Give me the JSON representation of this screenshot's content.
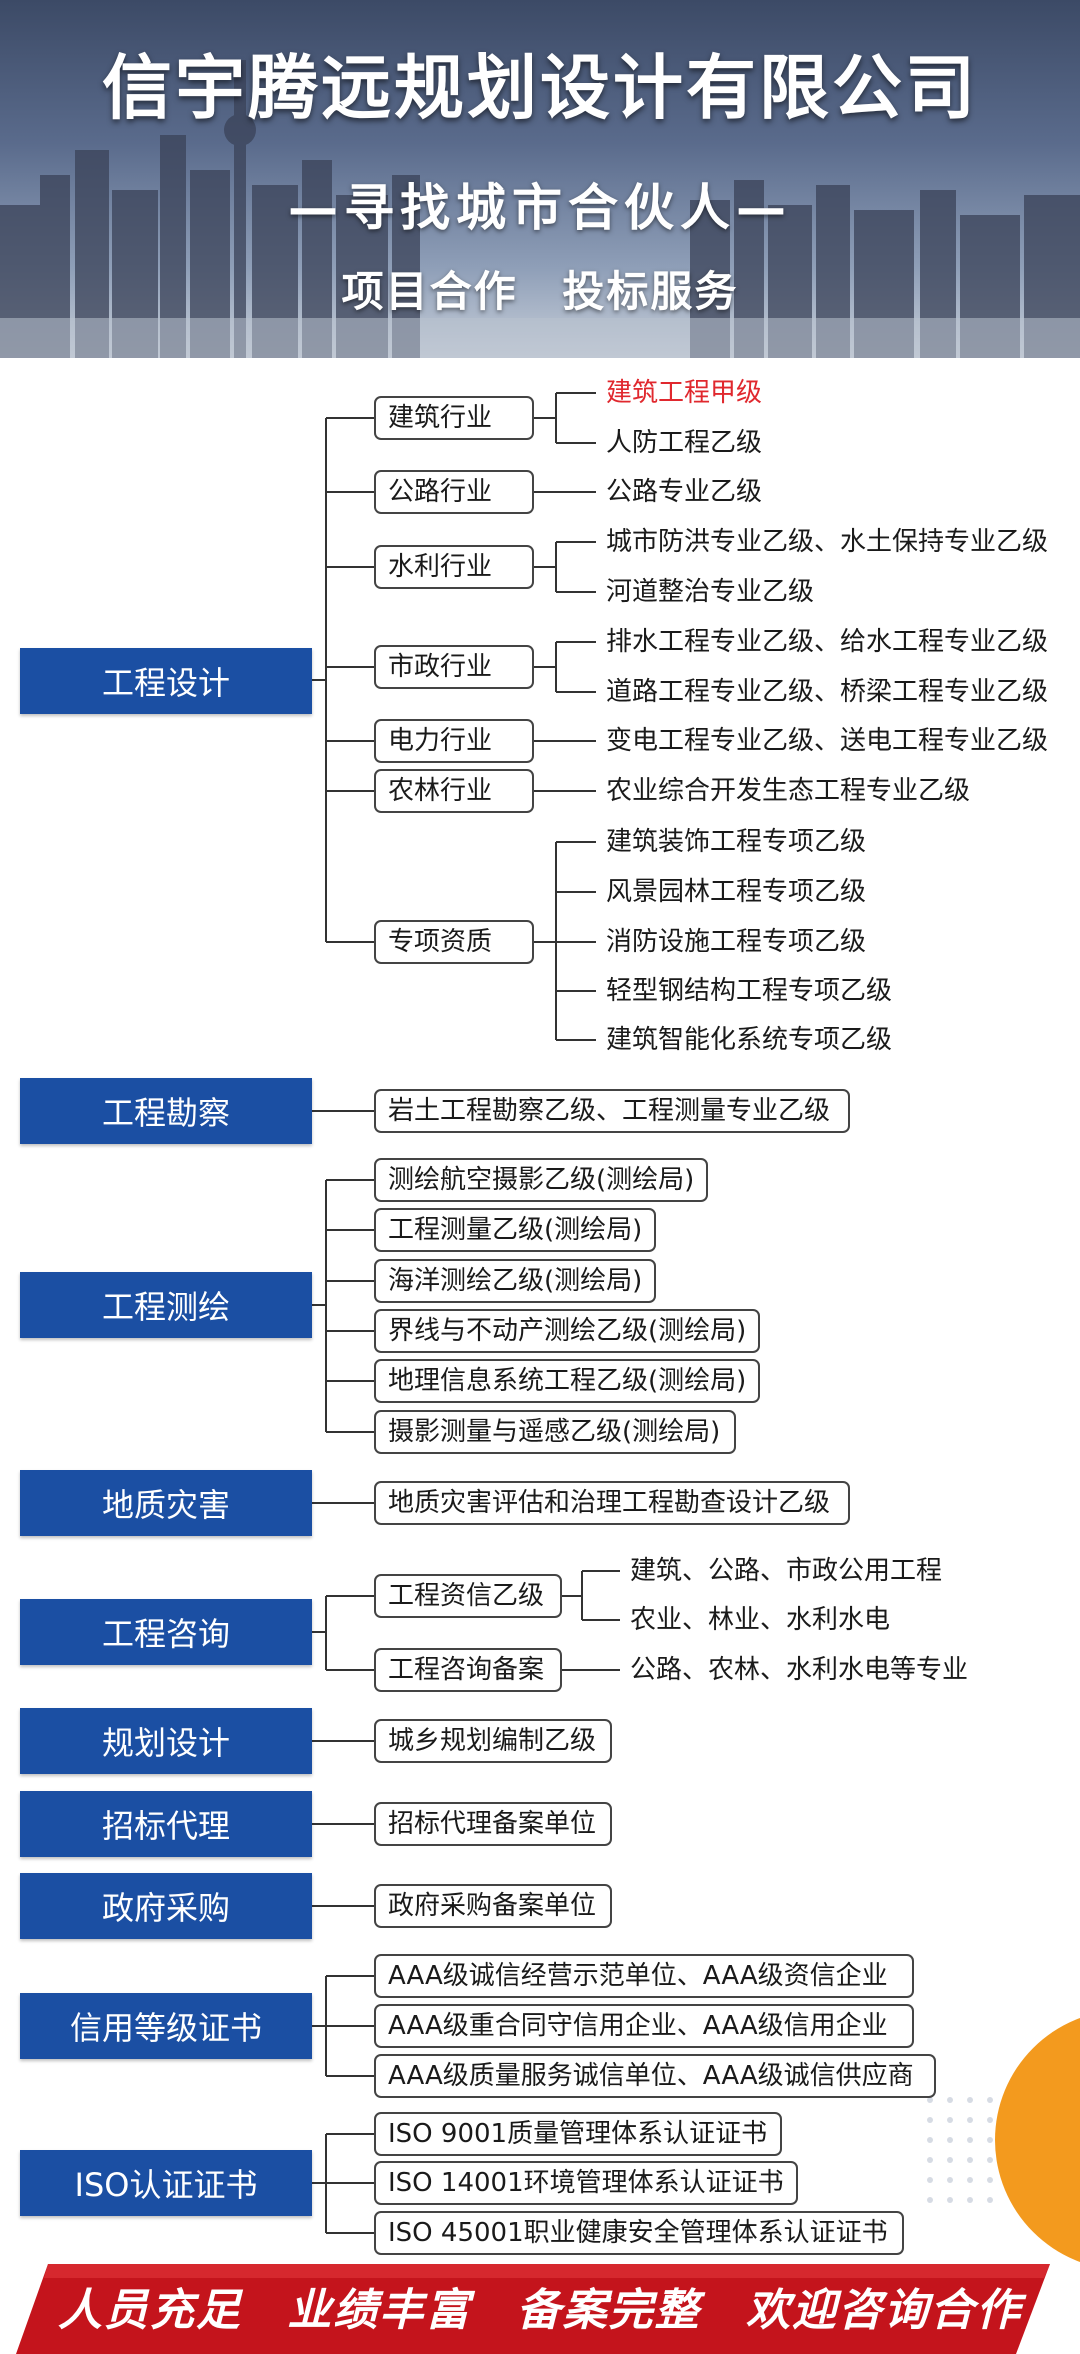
{
  "header": {
    "company": "信宇腾远规划设计有限公司",
    "tagline": "—寻找城市合伙人—",
    "services": [
      "项目合作",
      "投标服务"
    ]
  },
  "colors": {
    "category_bg": "#1b4fa3",
    "highlight": "#e0282e",
    "footer_bg": "#c4141c"
  },
  "sections": {
    "design": {
      "title": "工程设计",
      "groups": [
        {
          "name": "建筑行业",
          "items": [
            "建筑工程甲级",
            "人防工程乙级"
          ]
        },
        {
          "name": "公路行业",
          "items": [
            "公路专业乙级"
          ]
        },
        {
          "name": "水利行业",
          "items": [
            "城市防洪专业乙级、水土保持专业乙级",
            "河道整治专业乙级"
          ]
        },
        {
          "name": "市政行业",
          "items": [
            "排水工程专业乙级、给水工程专业乙级",
            "道路工程专业乙级、桥梁工程专业乙级"
          ]
        },
        {
          "name": "电力行业",
          "items": [
            "变电工程专业乙级、送电工程专业乙级"
          ]
        },
        {
          "name": "农林行业",
          "items": [
            "农业综合开发生态工程专业乙级"
          ]
        },
        {
          "name": "专项资质",
          "items": [
            "建筑装饰工程专项乙级",
            "风景园林工程专项乙级",
            "消防设施工程专项乙级",
            "轻型钢结构工程专项乙级",
            "建筑智能化系统专项乙级"
          ]
        }
      ]
    },
    "survey": {
      "title": "工程勘察",
      "items": [
        "岩土工程勘察乙级、工程测量专业乙级"
      ]
    },
    "mapping": {
      "title": "工程测绘",
      "items": [
        "测绘航空摄影乙级(测绘局)",
        "工程测量乙级(测绘局)",
        "海洋测绘乙级(测绘局)",
        "界线与不动产测绘乙级(测绘局)",
        "地理信息系统工程乙级(测绘局)",
        "摄影测量与遥感乙级(测绘局)"
      ]
    },
    "geohazard": {
      "title": "地质灾害",
      "items": [
        "地质灾害评估和治理工程勘查设计乙级"
      ]
    },
    "consulting": {
      "title": "工程咨询",
      "groups": [
        {
          "name": "工程资信乙级",
          "items": [
            "建筑、公路、市政公用工程",
            "农业、林业、水利水电"
          ]
        },
        {
          "name": "工程咨询备案",
          "items": [
            "公路、农林、水利水电等专业"
          ]
        }
      ]
    },
    "planning": {
      "title": "规划设计",
      "items": [
        "城乡规划编制乙级"
      ]
    },
    "bidding": {
      "title": "招标代理",
      "items": [
        "招标代理备案单位"
      ]
    },
    "procurement": {
      "title": "政府采购",
      "items": [
        "政府采购备案单位"
      ]
    },
    "credit": {
      "title": "信用等级证书",
      "items": [
        "AAA级诚信经营示范单位、AAA级资信企业",
        "AAA级重合同守信用企业、AAA级信用企业",
        "AAA级质量服务诚信单位、AAA级诚信供应商"
      ]
    },
    "iso": {
      "title": "ISO认证证书",
      "items": [
        "ISO 9001质量管理体系认证证书",
        "ISO 14001环境管理体系认证证书",
        "ISO 45001职业健康安全管理体系认证证书"
      ]
    }
  },
  "footer": {
    "slogan": [
      "人员充足",
      "业绩丰富",
      "备案完整",
      "欢迎咨询合作"
    ]
  }
}
